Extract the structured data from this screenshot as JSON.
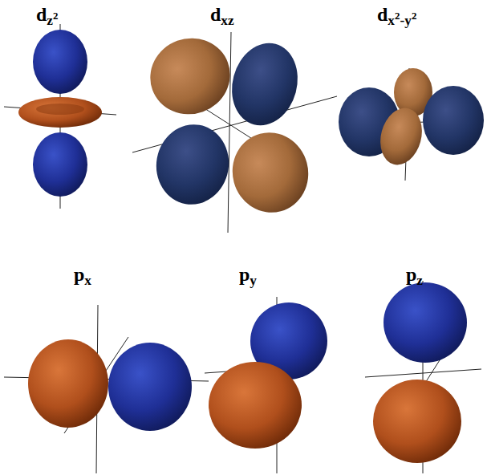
{
  "diagram": {
    "labels": [
      "dz2",
      "dxz",
      "dx2-y2",
      "px",
      "py",
      "pz"
    ]
  }
}
